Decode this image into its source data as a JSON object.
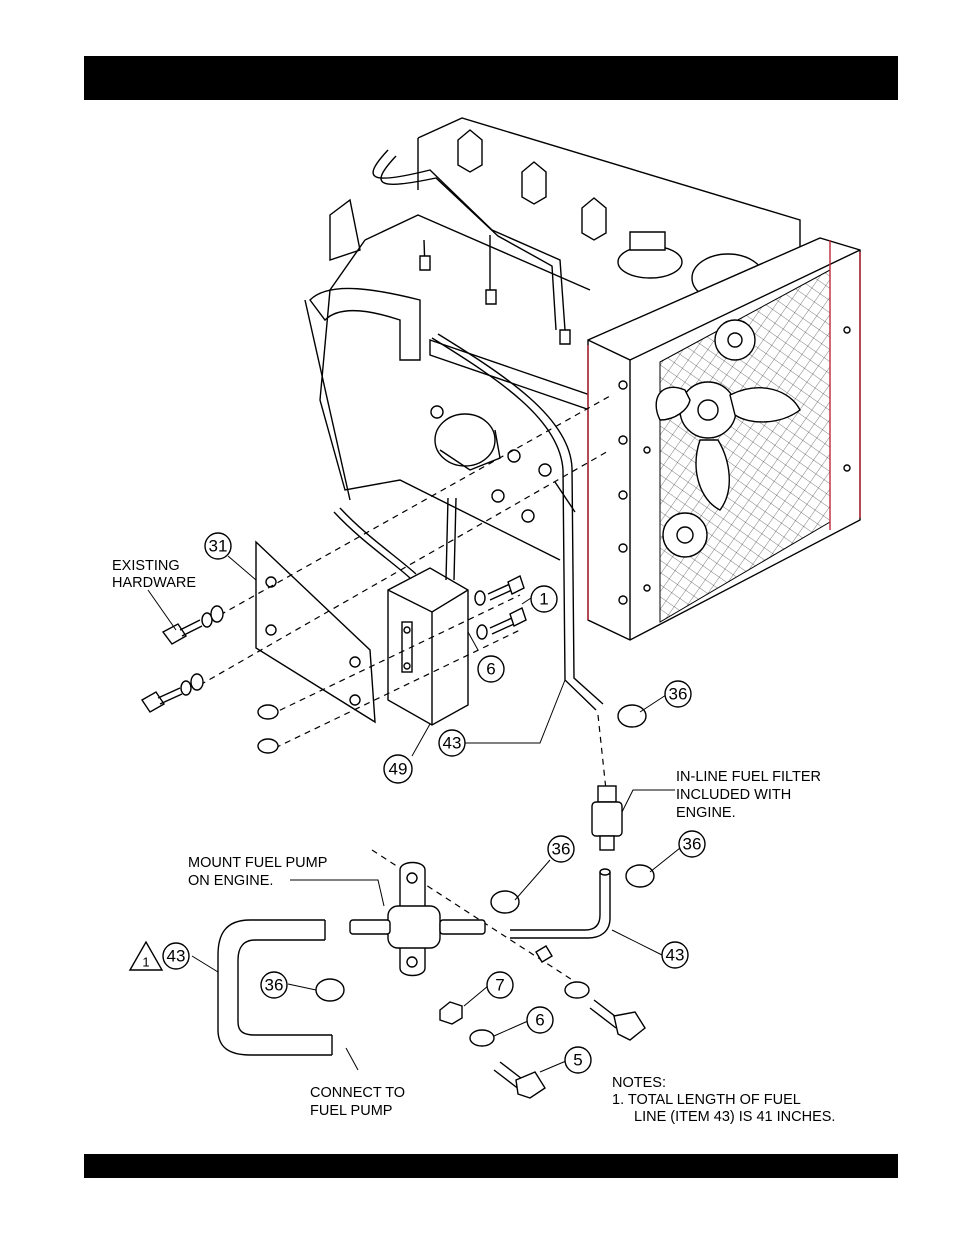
{
  "callouts": {
    "c31": "31",
    "c1": "1",
    "c6a": "6",
    "c49": "49",
    "c43a": "43",
    "c36a": "36",
    "c36b": "36",
    "c36c": "36",
    "c36d": "36",
    "c43b": "43",
    "c43c": "43",
    "c7": "7",
    "c6b": "6",
    "c5": "5",
    "note_flag": "1"
  },
  "labels": {
    "existing_hardware_1": "EXISTING",
    "existing_hardware_2": "HARDWARE",
    "filter_1": "IN-LINE FUEL FILTER",
    "filter_2": "INCLUDED WITH",
    "filter_3": "ENGINE.",
    "mount_1": "MOUNT FUEL PUMP",
    "mount_2": "ON ENGINE.",
    "connect_1": "CONNECT TO",
    "connect_2": "FUEL PUMP"
  },
  "notes": {
    "heading": "NOTES:",
    "line1": "1. TOTAL LENGTH OF FUEL",
    "line2": "LINE (ITEM 43) IS 41 INCHES."
  },
  "colors": {
    "accent_edge": "#c0283a",
    "bar": "#000000"
  }
}
